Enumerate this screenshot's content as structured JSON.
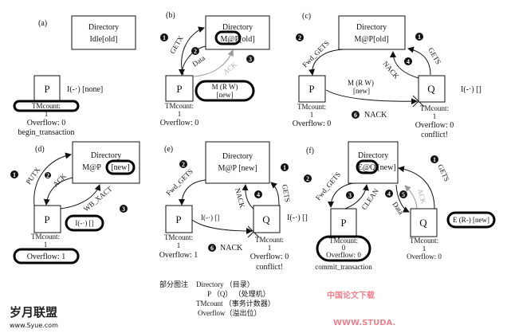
{
  "panels": {
    "a": {
      "label": "(a)",
      "dir1": "Directory",
      "dir2": "Idle[old]",
      "p": "P",
      "p_state": "I(-·) [none]",
      "tm": "TMcount:",
      "tm_val": "1",
      "ovf": "Overflow: 0",
      "note": "begin_transaction"
    },
    "b": {
      "label": "(b)",
      "dir1": "Directory",
      "dir2": "M@P[old]",
      "p": "P",
      "p_state1": "M (R W)",
      "p_state2": "[new]",
      "tm": "TMcount:",
      "tm_val": "1",
      "ovf": "Overflow: 0",
      "msg1": "GETX",
      "msg2": "Data",
      "msg3": "ACK",
      "n1": "1",
      "n2": "2",
      "n3": "3"
    },
    "c": {
      "label": "(c)",
      "dir1": "Directory",
      "dir2": "M@P[old]",
      "p": "P",
      "q": "Q",
      "q_state": "I(-·) []",
      "msg_p1": "M (R W)",
      "msg_p2": "[new]",
      "msg1": "GETS",
      "msg2": "Fwd_GETS",
      "msg4": "NACK",
      "msg6": "NACK",
      "n1": "1",
      "n2": "2",
      "n4": "4",
      "n6": "6",
      "tm": "TMcount:",
      "tm_val": "1",
      "ovf_p": "Overflow: 0",
      "ovf_q": "Overflow: 0",
      "conflict": "conflict!"
    },
    "d": {
      "label": "(d)",
      "dir1": "Directory",
      "dir2a": "M@P",
      "dir2b": "[new]",
      "p": "P",
      "p_state": "I(-·) []",
      "msg1": "PUTX",
      "msg2": "ACK",
      "msg3": "WB_XACT",
      "n1": "1",
      "n2": "2",
      "n3": "3",
      "tm": "TMcount:",
      "tm_val": "1",
      "ovf": "Overflow: 1"
    },
    "e": {
      "label": "(e)",
      "dir1": "Directory",
      "dir2": "M@P [new]",
      "p": "P",
      "q": "Q",
      "p_msg": "I(-·) []",
      "q_state": "I(-·) []",
      "msg1": "GETS",
      "msg2": "Fwd_GETS",
      "msg4": "NACK",
      "msg6": "NACK",
      "n1": "1",
      "n2": "2",
      "n4": "4",
      "n6": "6",
      "tm": "TMcount:",
      "tm_val": "1",
      "ovf_p": "Overflow: 1",
      "ovf_q": "Overflow: 0",
      "conflict": "conflict!"
    },
    "f": {
      "label": "(f)",
      "dir1": "Directory",
      "dir2a": "E@Q",
      "dir2b": "[new]",
      "p": "P",
      "q": "Q",
      "q_state": "E (R-) [new]",
      "msg1": "GETS",
      "msg2": "Fwd_GETS",
      "msg3": "CLEAN",
      "msg4": "Data",
      "msg5": "ACK",
      "n1": "1",
      "n2": "2",
      "n3": "3",
      "n4": "4",
      "n5": "5",
      "tm": "TMcount:",
      "tm_p": "0",
      "tm_q": "1",
      "ovf_p": "Overflow: 0",
      "ovf_q": "Overflow: 0",
      "note": "commit_transaction"
    }
  },
  "legend": {
    "title": "部分图注",
    "items": [
      "Directory （目录）",
      "P （Q） （处理机）",
      "TMcount （事务计数器）",
      "Overflow（溢出位）"
    ]
  },
  "logo": {
    "name": "岁月联盟",
    "url": "www.Syue.com"
  },
  "watermark": {
    "cn": "中国论文下载",
    "en": "WWW.STUDA."
  }
}
